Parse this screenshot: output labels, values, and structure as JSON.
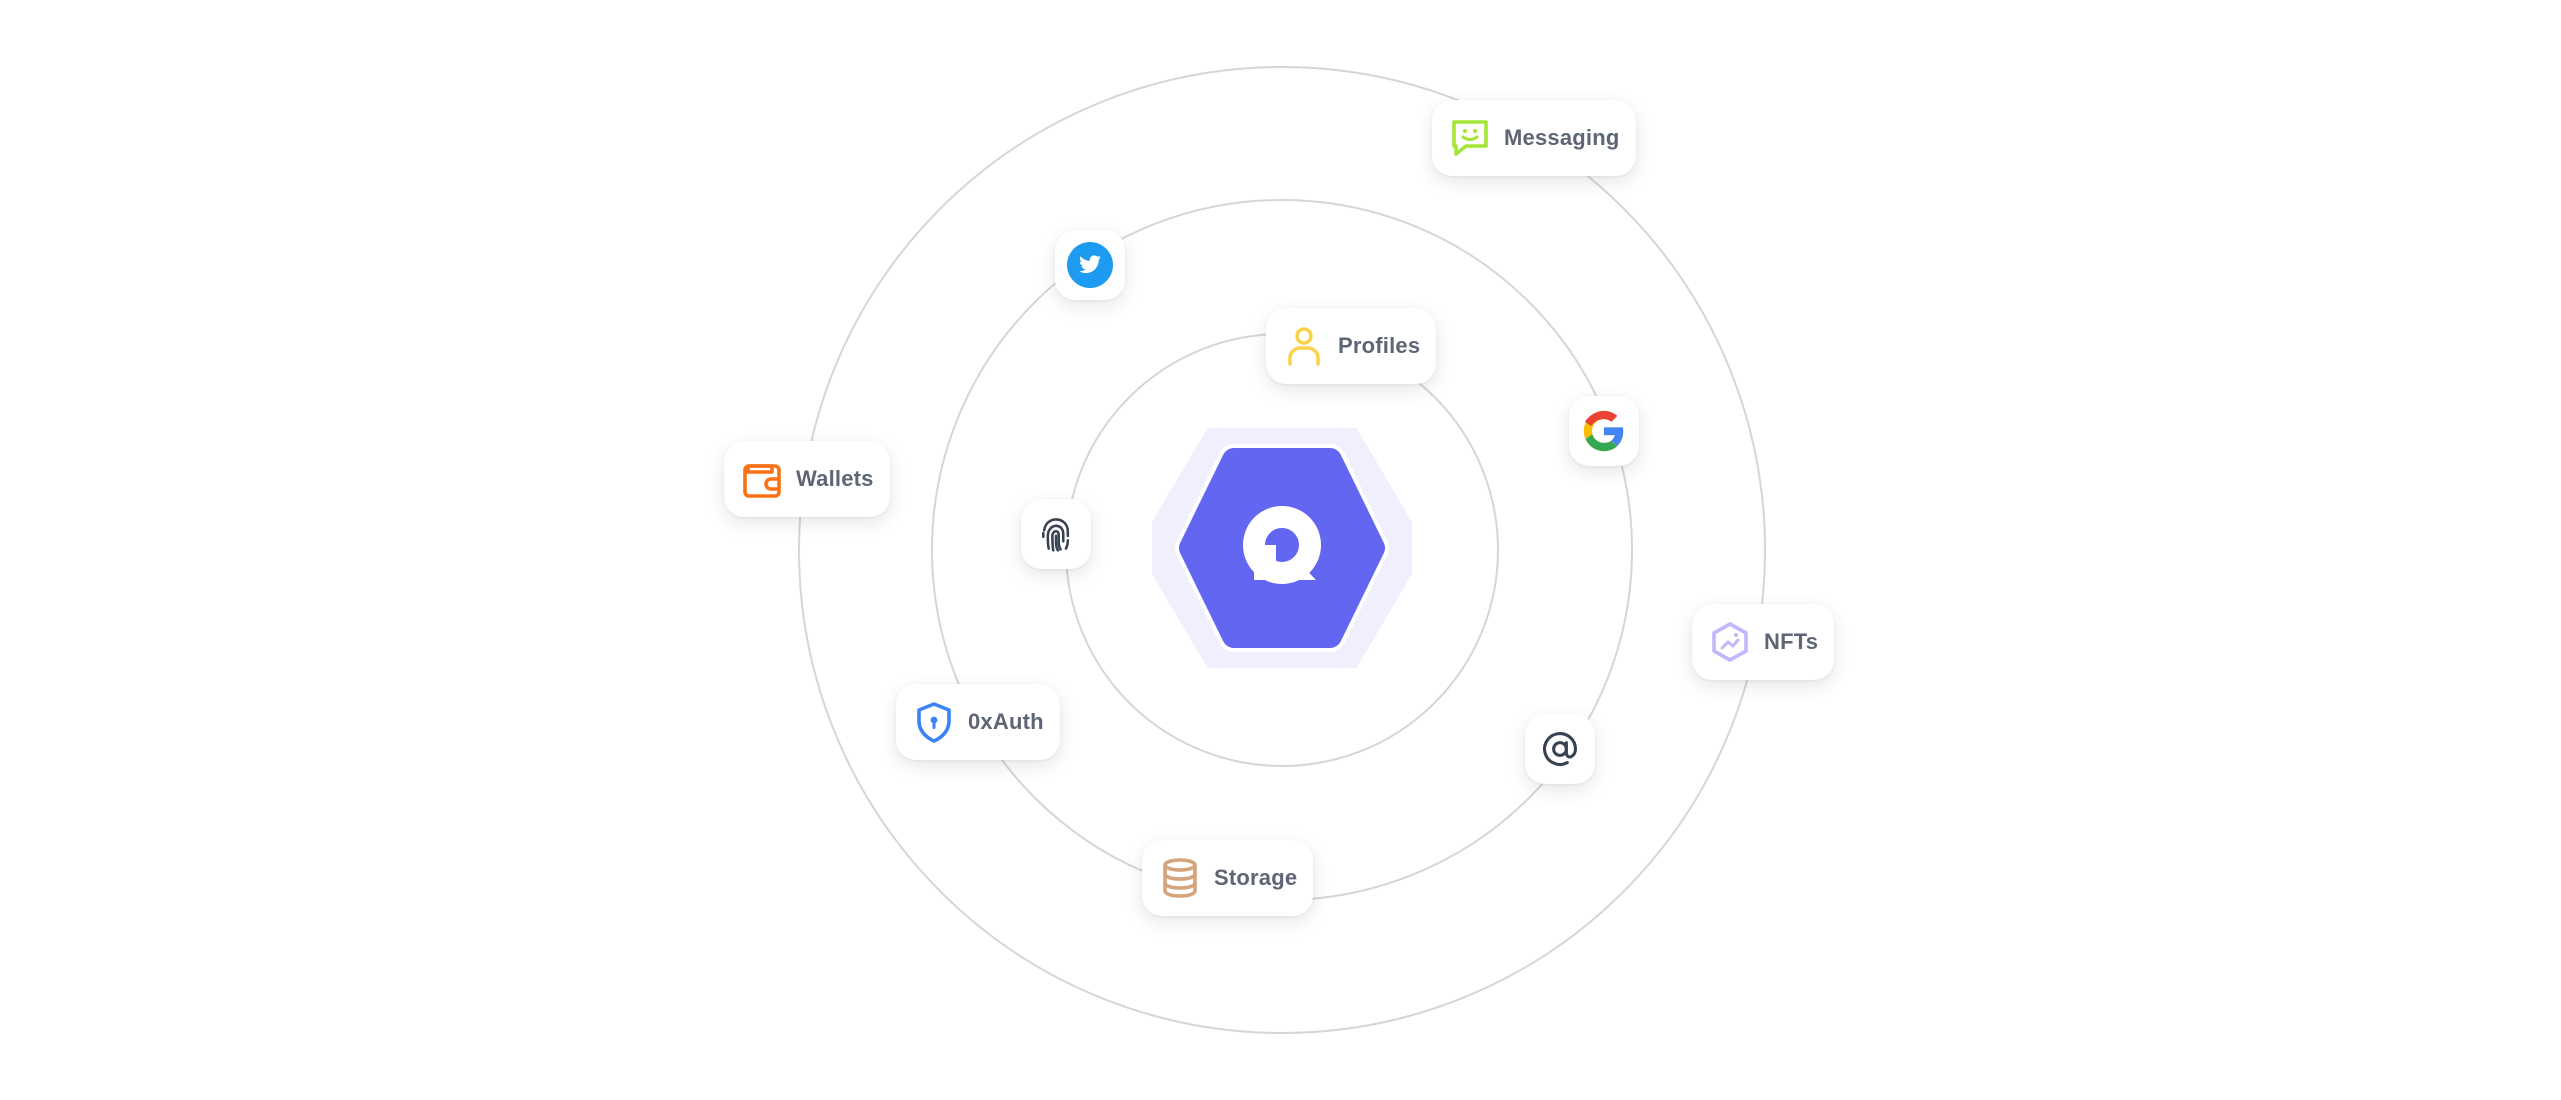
{
  "diagram": {
    "hub": {
      "icon": "hexagon-r-logo-icon",
      "colors": {
        "inner": "#6366f1",
        "halo": "#efeffd"
      }
    },
    "nodes": [
      {
        "label": "Messaging",
        "icon": "chat-bubble-icon",
        "color": "#a3e635"
      },
      {
        "label": "Profiles",
        "icon": "user-icon",
        "color": "#fcd34d"
      },
      {
        "label": "Wallets",
        "icon": "wallet-icon",
        "color": "#f97316"
      },
      {
        "label": "NFTs",
        "icon": "nft-hexagon-icon",
        "color": "#c4b5fd"
      },
      {
        "label": "0xAuth",
        "icon": "shield-lock-icon",
        "color": "#3b82f6"
      },
      {
        "label": "Storage",
        "icon": "database-icon",
        "color": "#d6a47a"
      }
    ],
    "badges": [
      {
        "icon": "twitter-icon",
        "color": "#1d9bf0"
      },
      {
        "icon": "google-icon"
      },
      {
        "icon": "fingerprint-icon",
        "color": "#374151"
      },
      {
        "icon": "at-sign-icon",
        "color": "#374151"
      }
    ]
  }
}
